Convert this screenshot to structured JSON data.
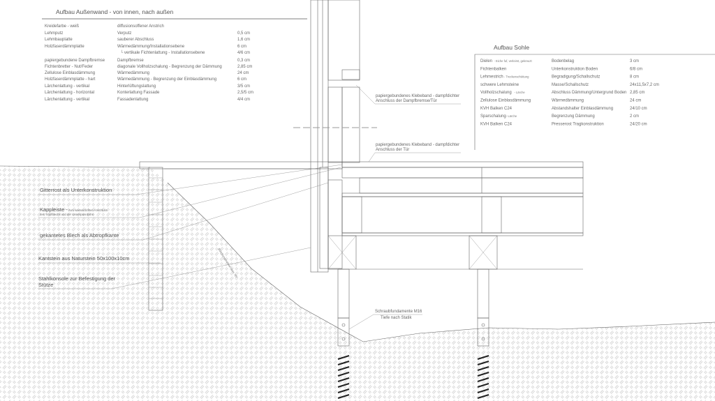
{
  "wall_table": {
    "title": "Aufbau Außenwand - von innen, nach außen",
    "rows": [
      {
        "material": "Kreidefarbe - weiß",
        "function": "diffusionsoffener Anstrich",
        "thickness": ""
      },
      {
        "material": "Lehmputz",
        "function": "Verputz",
        "thickness": "0,5 cm"
      },
      {
        "material": "Lehmbauplatte",
        "function": "sauberer Abschluss",
        "thickness": "1,6 cm"
      },
      {
        "material": "Holzfaserdämmplatte",
        "function": "Wärmedämmung/Installationsebene",
        "thickness": "6 cm"
      },
      {
        "material": "",
        "function": "└ vertikale Fichtenlattung - Installationsebene",
        "thickness": "4/6 cm"
      },
      {
        "material": "papiergebundene Dampfbremse",
        "function": "Dampfbremse",
        "thickness": "0,3 cm"
      },
      {
        "material": "Fichtenbretter - Nut/Feder",
        "function": "diagonale Vollholzschalung - Begrenzung der Dämmung",
        "thickness": "2,85 cm"
      },
      {
        "material": "Zellulose Einblasdämmung",
        "function": "Wärmedämmung",
        "thickness": "24 cm"
      },
      {
        "material": "Holzfaserdämmplatte - hart",
        "function": "Wärmedämmung - Begrenzung der Einblasdämmung",
        "thickness": "6 cm"
      },
      {
        "material": "Lärchenlattung - vertikal",
        "function": "Hinterlüftungslattung",
        "thickness": "3/5 cm"
      },
      {
        "material": "Lärchenlattung - horizontal",
        "function": "Konterlattung Fassade",
        "thickness": "2,5/5 cm"
      },
      {
        "material": "Lärchenlattung - vertikal",
        "function": "Fassadenlattung",
        "thickness": "4/4 cm"
      }
    ]
  },
  "floor_table": {
    "title": "Aufbau Sohle",
    "rows": [
      {
        "material": "Dielen",
        "note": "- Eiche fuf, verleimt, gekreuzt",
        "function": "Bodenbelag",
        "thickness": "3 cm"
      },
      {
        "material": "Fichtenbalken",
        "note": "",
        "function": "Unterkonstruktion Boden",
        "thickness": "6/8 cm"
      },
      {
        "material": "Lehmestrich",
        "note": "- Trockenschüttung",
        "function": "Begradigung/Schallschutz",
        "thickness": "8 cm"
      },
      {
        "material": "schwere Lehmsteine",
        "note": "",
        "function": "Masse/Schallschutz",
        "thickness": "24x11,5x7,2 cm"
      },
      {
        "material": "Vollholzschalung",
        "note": "- Lärche",
        "function": "Abschluss Dämmung/Untergrund Boden",
        "thickness": "2,85 cm"
      },
      {
        "material": "Zellulose Einblasdämmung",
        "note": "",
        "function": "Wärmedämmung",
        "thickness": "24 cm"
      },
      {
        "material": "KVH Balken C24",
        "note": "",
        "function": "Abstandshalter Einblasdämmung",
        "thickness": "24/10 cm"
      },
      {
        "material": "Sparschalung",
        "note": "- Lärche",
        "function": "Begrenzung Dämmung",
        "thickness": "2 cm"
      },
      {
        "material": "KVH Balken C24",
        "note": "",
        "function": "Presserost Tragkonstruktion",
        "thickness": "24/20 cm"
      }
    ]
  },
  "annotations": {
    "tape_1_line1": "papiergebundenes Klebeband - dampfdichter",
    "tape_1_line2": "Anschluss der Dampfbremse/Tür",
    "tape_2_line1": "papiergebundenes Klebeband - dampfdichter",
    "tape_2_line2": "Anschluss der Tür",
    "grating": "Gitterrost als Unterkonstruktion",
    "drip_strip": "Kappleiste -",
    "drip_strip_note1": "zum wasserdichten Anschluss",
    "drip_strip_note2": "des Tropfblechs und der Unterspannbahn",
    "drip_edge": "gekantetes Blech als Abtropfkante",
    "curb": "Kantstein aus Naturstein 50x100x10cm",
    "bracket_line1": "Stahlkonsole zur Befestigung der",
    "bracket_line2": "Stütze",
    "slope": "Böschungswinkel max. 45°",
    "screw_line1": "Schraubfundamente M16",
    "screw_line2": "Tiefe nach Statik"
  }
}
